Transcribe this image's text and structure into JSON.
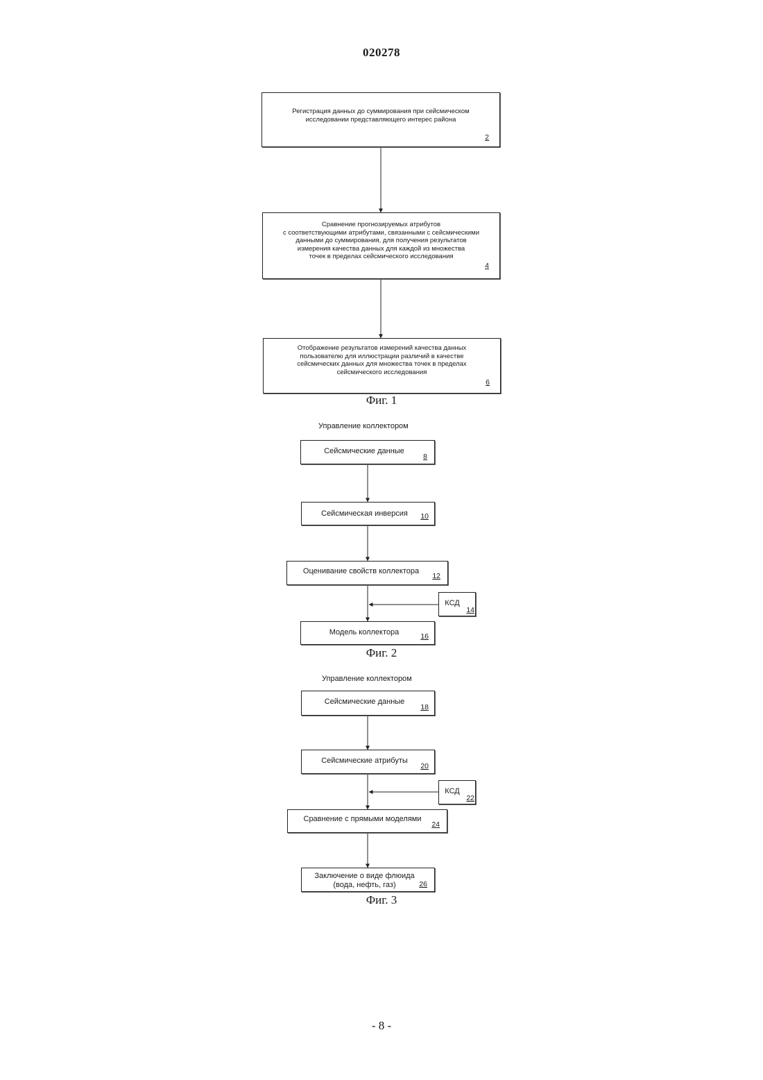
{
  "header": {
    "document_number": "020278"
  },
  "footer": {
    "page_number": "- 8 -"
  },
  "fig1": {
    "caption": "Фиг. 1",
    "boxes": [
      {
        "text": "Регистрация данных до суммирования при сейсмическом\nисследовании представляющего интерес района",
        "ref": "2"
      },
      {
        "text": "Сравнение прогнозируемых атрибутов\nс соответствующими атрибутами, связанными с сейсмическими\nданными до суммирования, для получения результатов\nизмерения качества данных для каждой из множества\nточек в пределах сейсмического исследования",
        "ref": "4"
      },
      {
        "text": "Отображение результатов измерений качества данных\nпользователю для иллюстрации различий в качестве\nсейсмических данных для множества точек в пределах\nсейсмического исследования",
        "ref": "6"
      }
    ]
  },
  "fig2": {
    "caption": "Фиг. 2",
    "title": "Управление коллектором",
    "boxes": [
      {
        "text": "Сейсмические данные",
        "ref": "8"
      },
      {
        "text": "Сейсмическая инверсия",
        "ref": "10"
      },
      {
        "text": "Оценивание свойств коллектора",
        "ref": "12"
      },
      {
        "text": "КСД",
        "ref": "14"
      },
      {
        "text": "Модель коллектора",
        "ref": "16"
      }
    ]
  },
  "fig3": {
    "caption": "Фиг. 3",
    "title": "Управление коллектором",
    "boxes": [
      {
        "text": "Сейсмические данные",
        "ref": "18"
      },
      {
        "text": "Сейсмические атрибуты",
        "ref": "20"
      },
      {
        "text": "КСД",
        "ref": "22"
      },
      {
        "text": "Сравнение с прямыми моделями",
        "ref": "24"
      },
      {
        "text": "Заключение о виде флюида\n(вода, нефть, газ)",
        "ref": "26"
      }
    ]
  }
}
